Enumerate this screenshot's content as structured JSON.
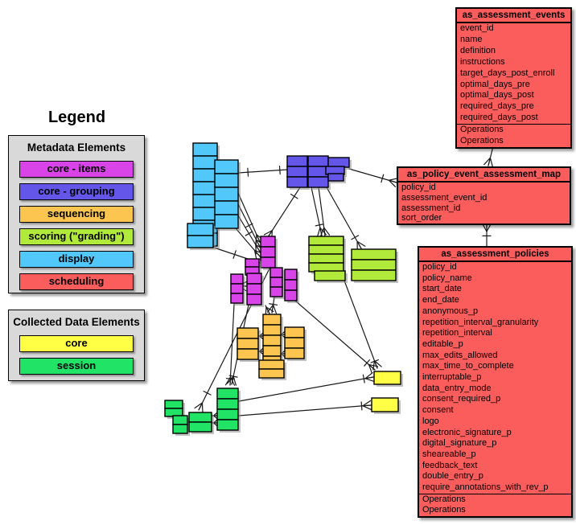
{
  "colors": {
    "items": "#d944e8",
    "grouping": "#6356e8",
    "sequencing": "#fbc54f",
    "scoring": "#b2ea3c",
    "display": "#52c8fa",
    "scheduling": "#fb5d5d",
    "core": "#ffff45",
    "session": "#21e467",
    "table_bg": "#fb5d5d",
    "panel_bg": "#d9d9d9"
  },
  "legend": {
    "title": "Legend",
    "metadata": {
      "title": "Metadata Elements",
      "items": [
        {
          "label": "core - items",
          "color_key": "items"
        },
        {
          "label": "core - grouping",
          "color_key": "grouping"
        },
        {
          "label": "sequencing",
          "color_key": "sequencing"
        },
        {
          "label": "scoring (\"grading\")",
          "color_key": "scoring"
        },
        {
          "label": "display",
          "color_key": "display"
        },
        {
          "label": "scheduling",
          "color_key": "scheduling"
        }
      ]
    },
    "collected": {
      "title": "Collected Data Elements",
      "items": [
        {
          "label": "core",
          "color_key": "core"
        },
        {
          "label": "session",
          "color_key": "session"
        }
      ]
    }
  },
  "tables": {
    "events": {
      "title": "as_assessment_events",
      "fields": [
        "event_id",
        "name",
        "definition",
        "instructions",
        "target_days_post_enroll",
        "optimal_days_pre",
        "optimal_days_post",
        "required_days_pre",
        "required_days_post"
      ],
      "operations": [
        "Operations",
        "Operations"
      ]
    },
    "map": {
      "title": "as_policy_event_assessment_map",
      "fields": [
        "policy_id",
        "assessment_event_id",
        "assessment_id",
        "sort_order"
      ],
      "operations": []
    },
    "policies": {
      "title": "as_assessment_policies",
      "fields": [
        "policy_id",
        "policy_name",
        "start_date",
        "end_date",
        "anonymous_p",
        "repetition_interval_granularity",
        "repetition_interval",
        "editable_p",
        "max_edits_allowed",
        "max_time_to_complete",
        "interruptable_p",
        "data_entry_mode",
        "consent_required_p",
        "consent",
        "logo",
        "electronic_signature_p",
        "digital_signature_p",
        "sheareable_p",
        "feedback_text",
        "double_entry_p",
        "require_annotations_with_rev_p"
      ],
      "operations": [
        "Operations",
        "Operations"
      ]
    }
  }
}
